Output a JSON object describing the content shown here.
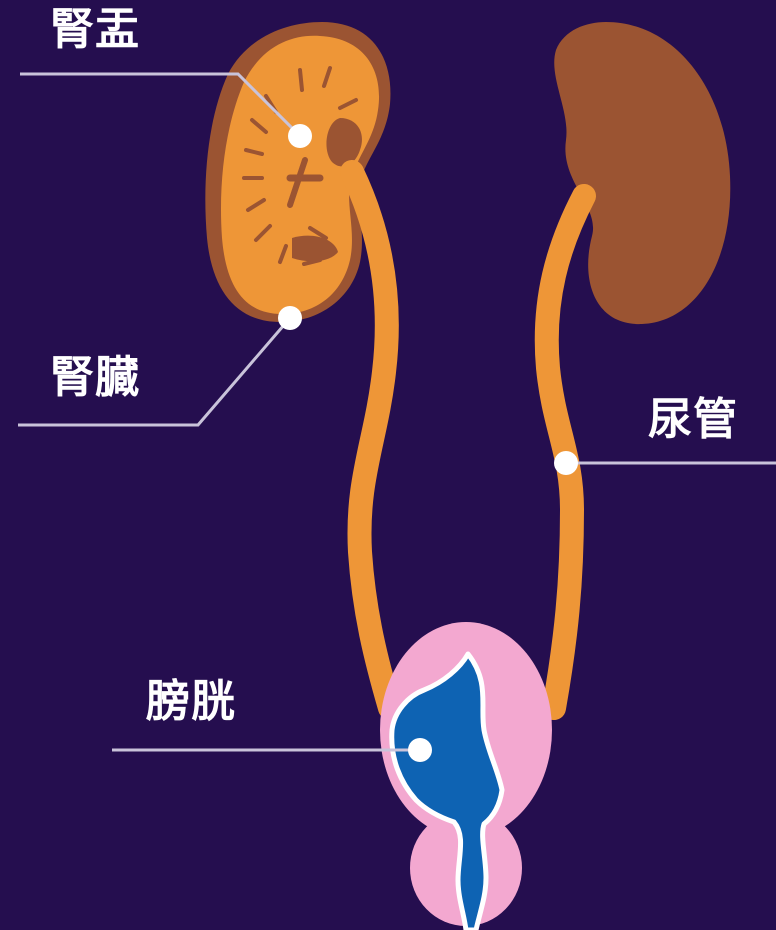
{
  "labels": {
    "renal_pelvis": "腎盂",
    "kidney": "腎臓",
    "ureter": "尿管",
    "bladder": "膀胱"
  },
  "colors": {
    "background": "#250e4f",
    "kidney_orange": "#ee9637",
    "kidney_brown": "#9b5432",
    "bladder_pink": "#f3a8d0",
    "bladder_blue": "#0e63b3",
    "leader_line": "#c9c3da",
    "marker": "#ffffff"
  }
}
